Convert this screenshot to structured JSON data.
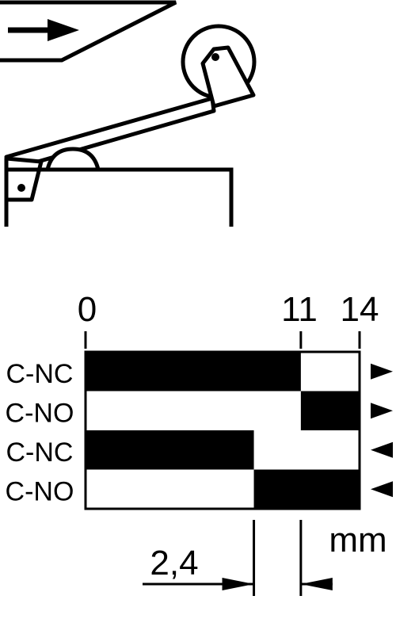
{
  "colors": {
    "ink": "#000000",
    "paper": "#ffffff"
  },
  "switch_drawing": {
    "actuation_arrow_icon": "right-arrow-icon",
    "parts": [
      "actuating-cam",
      "roller",
      "lever-arm",
      "plunger",
      "switch-body"
    ]
  },
  "travel_diagram": {
    "scale_ticks": [
      "0",
      "11",
      "14"
    ],
    "scale_tick_values": [
      0,
      11,
      14
    ],
    "scale_max": 14,
    "unit": "mm",
    "hysteresis_label": "2,4",
    "rows": [
      {
        "label": "C-NC",
        "direction": "right",
        "closed_from": 0,
        "closed_to": 11
      },
      {
        "label": "C-NO",
        "direction": "right",
        "closed_from": 11,
        "closed_to": 14
      },
      {
        "label": "C-NC",
        "direction": "left",
        "closed_from": 0,
        "closed_to": 8.6
      },
      {
        "label": "C-NO",
        "direction": "left",
        "closed_from": 8.6,
        "closed_to": 14
      }
    ]
  }
}
